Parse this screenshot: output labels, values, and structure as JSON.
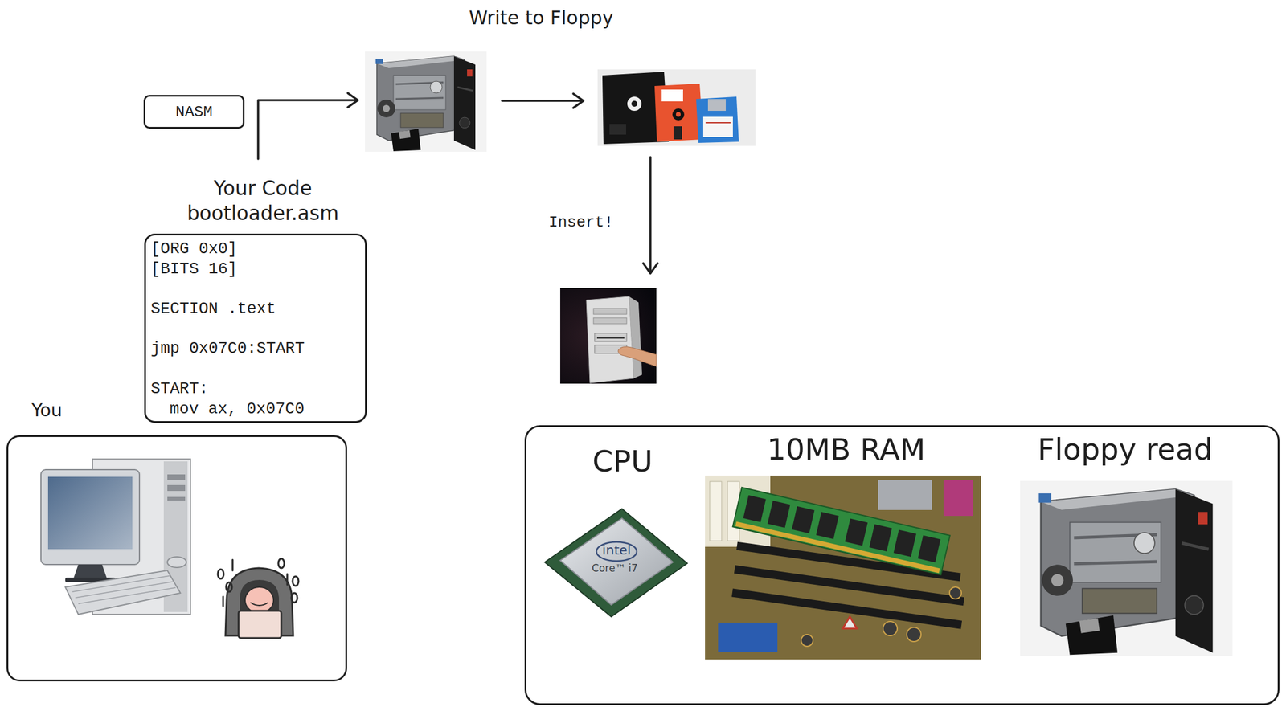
{
  "diagram": {
    "nodes": [
      {
        "text": [
          "NASM"
        ]
      },
      {
        "text": [
          "Your Code bootloader.asm",
          "[ORG 0x0]",
          "[BITS 16]",
          "SECTION .text",
          "jmp 0x07C0:START",
          "START:",
          "mov ax, 0x07C0"
        ]
      },
      {
        "text": [
          "You"
        ]
      },
      {
        "text": [
          "CPU",
          "10MB RAM",
          "Floppy read"
        ]
      }
    ],
    "labels": [
      "Write to Floppy",
      "Insert!",
      "intel",
      "Core™ i7"
    ]
  }
}
